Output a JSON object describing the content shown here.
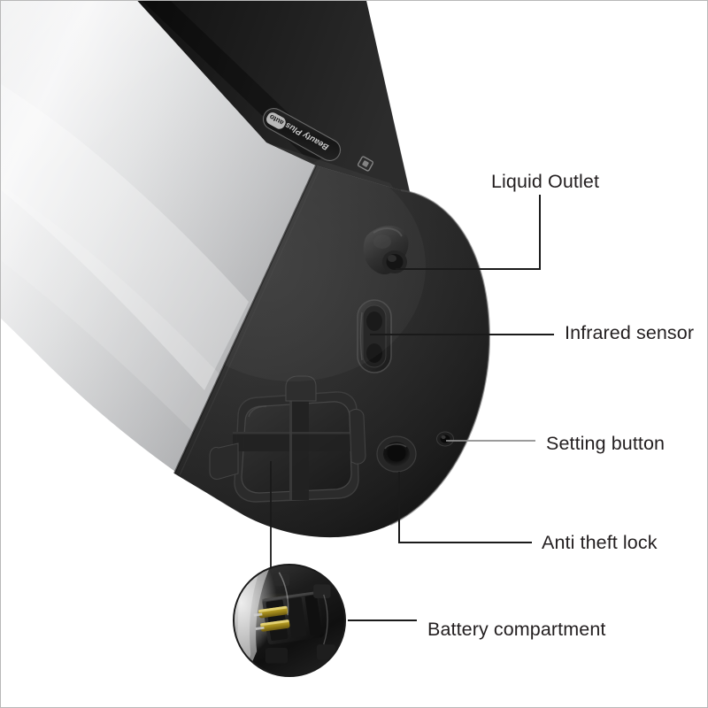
{
  "image": {
    "kind": "product-callout-diagram",
    "subject": "Automatic liquid soap dispenser - cylindrical wall unit",
    "background_color": "#ffffff",
    "border_color": "#b8b8b8",
    "text_color": "#231f20",
    "body_color_light": "#f2f2f2",
    "body_color_mid": "#b9babc",
    "body_color_dark": "#8e8f91",
    "endcap_color": "#2b2b2b",
    "leader_line_color": "#1a1a1a",
    "leader_line_color_faint": "#8d8d8d"
  },
  "product": {
    "badge_text": "Beauty Plus",
    "badge_pill_text": "auto",
    "strip_icon": "power-socket-icon"
  },
  "callouts": [
    {
      "id": "liquid-outlet",
      "label": "Liquid Outlet",
      "target": "liquid-outlet-nozzle"
    },
    {
      "id": "infrared-sensor",
      "label": "Infrared sensor",
      "target": "infrared-sensor-window"
    },
    {
      "id": "setting-button",
      "label": "Setting button",
      "target": "setting-button-hole"
    },
    {
      "id": "anti-theft-lock",
      "label": "Anti theft lock",
      "target": "anti-theft-lock-hole"
    },
    {
      "id": "battery-compartment",
      "label": "Battery compartment",
      "target": "battery-compartment-cover"
    }
  ],
  "inset": {
    "id": "battery-compartment-inset",
    "caption": "Battery compartment",
    "description": "close-up photo of battery holder"
  }
}
